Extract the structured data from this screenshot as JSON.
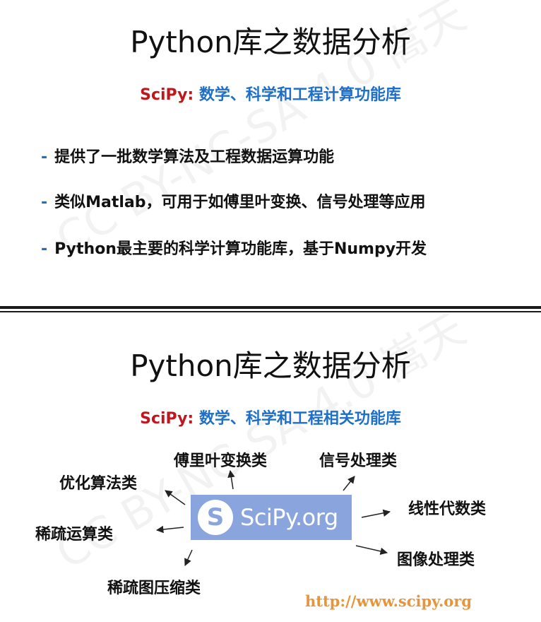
{
  "slide1": {
    "title": "Python库之数据分析",
    "subtitle_lib": "SciPy:",
    "subtitle_desc": " 数学、科学和工程计算功能库",
    "bullet_marker": "-",
    "bullets": [
      "提供了一批数学算法及工程数据运算功能",
      "类似Matlab，可用于如傅里叶变换、信号处理等应用",
      "Python最主要的科学计算功能库，基于Numpy开发"
    ],
    "watermark": "CC BY-NC-SA 4.0 嵩天"
  },
  "slide2": {
    "title": "Python库之数据分析",
    "subtitle_lib": "SciPy:",
    "subtitle_desc": " 数学、科学和工程相关功能库",
    "logo_text": "SciPy.org",
    "logo_glyph": "S",
    "categories": {
      "fourier": "傅里叶变换类",
      "signal": "信号处理类",
      "optimize": "优化算法类",
      "linalg": "线性代数类",
      "sparse": "稀疏运算类",
      "image": "图像处理类",
      "sparse_graph": "稀疏图压缩类"
    },
    "url": "http://www.scipy.org",
    "watermark": "CC BY-NC-SA 4.0 嵩天"
  },
  "colors": {
    "title": "#111111",
    "lib_red": "#c0161c",
    "accent_blue": "#1f6fc7",
    "logo_bg": "#8aa4dd",
    "url_orange": "#e8943a",
    "divider": "#1a1a1a"
  }
}
